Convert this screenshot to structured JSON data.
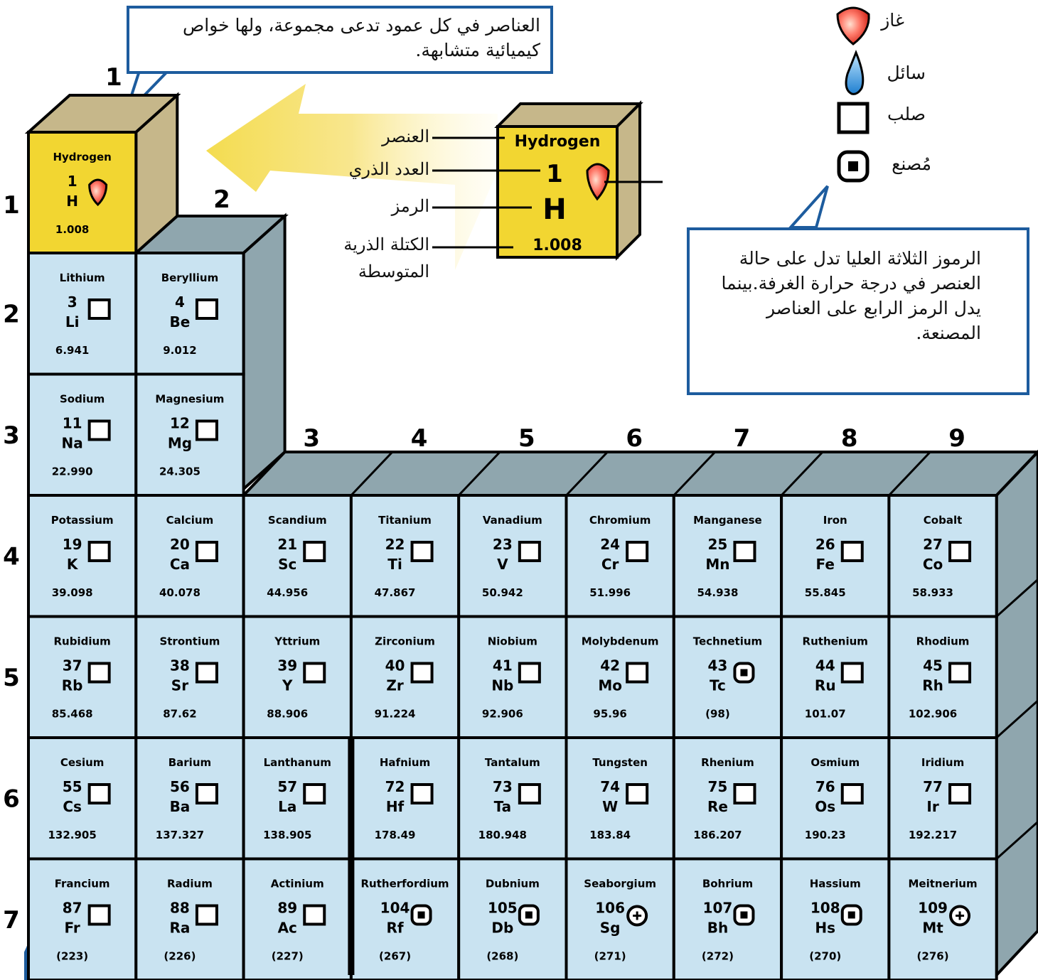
{
  "top_callout": "العناصر في كل عمود تدعى مجموعة، ولها خواص كيميائية متشابهة.",
  "key": {
    "element_label": "العنصر",
    "atomic_number_label": "العدد الذري",
    "symbol_label": "الرمز",
    "mass_label_line1": "الكتلة الذرية",
    "mass_label_line2": "المتوسطة",
    "element_name": "Hydrogen",
    "atomic_number": "1",
    "symbol": "H",
    "mass": "1.008"
  },
  "legend": {
    "gas": "غاز",
    "liquid": "سائل",
    "solid": "صلب",
    "synthetic": "مُصنع"
  },
  "right_callout": "الرموز الثلاثة العليا تدل على حالة العنصر في درجة حرارة الغرفة.بينما يدل الرمز الرابع على العناصر المصنعة.",
  "colors": {
    "hydrogen": "#f2d631",
    "cell": "#c9e3f1",
    "side": "#8fa6ae",
    "topface": "#c6b78a",
    "frame": "#1d5c9e"
  },
  "group_numbers": [
    "1",
    "2",
    "3",
    "4",
    "5",
    "6",
    "7",
    "8",
    "9"
  ],
  "period_numbers": [
    "1",
    "2",
    "3",
    "4",
    "5",
    "6",
    "7"
  ],
  "hydrogen_cell": {
    "name": "Hydrogen",
    "num": "1",
    "sym": "H",
    "mass": "1.008",
    "state": "gas"
  },
  "rows": [
    [
      {
        "name": "Lithium",
        "num": "3",
        "sym": "Li",
        "mass": "6.941",
        "state": "solid"
      },
      {
        "name": "Beryllium",
        "num": "4",
        "sym": "Be",
        "mass": "9.012",
        "state": "solid"
      }
    ],
    [
      {
        "name": "Sodium",
        "num": "11",
        "sym": "Na",
        "mass": "22.990",
        "state": "solid"
      },
      {
        "name": "Magnesium",
        "num": "12",
        "sym": "Mg",
        "mass": "24.305",
        "state": "solid"
      }
    ],
    [
      {
        "name": "Potassium",
        "num": "19",
        "sym": "K",
        "mass": "39.098",
        "state": "solid"
      },
      {
        "name": "Calcium",
        "num": "20",
        "sym": "Ca",
        "mass": "40.078",
        "state": "solid"
      },
      {
        "name": "Scandium",
        "num": "21",
        "sym": "Sc",
        "mass": "44.956",
        "state": "solid"
      },
      {
        "name": "Titanium",
        "num": "22",
        "sym": "Ti",
        "mass": "47.867",
        "state": "solid"
      },
      {
        "name": "Vanadium",
        "num": "23",
        "sym": "V",
        "mass": "50.942",
        "state": "solid"
      },
      {
        "name": "Chromium",
        "num": "24",
        "sym": "Cr",
        "mass": "51.996",
        "state": "solid"
      },
      {
        "name": "Manganese",
        "num": "25",
        "sym": "Mn",
        "mass": "54.938",
        "state": "solid"
      },
      {
        "name": "Iron",
        "num": "26",
        "sym": "Fe",
        "mass": "55.845",
        "state": "solid"
      },
      {
        "name": "Cobalt",
        "num": "27",
        "sym": "Co",
        "mass": "58.933",
        "state": "solid"
      }
    ],
    [
      {
        "name": "Rubidium",
        "num": "37",
        "sym": "Rb",
        "mass": "85.468",
        "state": "solid"
      },
      {
        "name": "Strontium",
        "num": "38",
        "sym": "Sr",
        "mass": "87.62",
        "state": "solid"
      },
      {
        "name": "Yttrium",
        "num": "39",
        "sym": "Y",
        "mass": "88.906",
        "state": "solid"
      },
      {
        "name": "Zirconium",
        "num": "40",
        "sym": "Zr",
        "mass": "91.224",
        "state": "solid"
      },
      {
        "name": "Niobium",
        "num": "41",
        "sym": "Nb",
        "mass": "92.906",
        "state": "solid"
      },
      {
        "name": "Molybdenum",
        "num": "42",
        "sym": "Mo",
        "mass": "95.96",
        "state": "solid"
      },
      {
        "name": "Technetium",
        "num": "43",
        "sym": "Tc",
        "mass": "(98)",
        "state": "synthetic"
      },
      {
        "name": "Ruthenium",
        "num": "44",
        "sym": "Ru",
        "mass": "101.07",
        "state": "solid"
      },
      {
        "name": "Rhodium",
        "num": "45",
        "sym": "Rh",
        "mass": "102.906",
        "state": "solid"
      }
    ],
    [
      {
        "name": "Cesium",
        "num": "55",
        "sym": "Cs",
        "mass": "132.905",
        "state": "solid"
      },
      {
        "name": "Barium",
        "num": "56",
        "sym": "Ba",
        "mass": "137.327",
        "state": "solid"
      },
      {
        "name": "Lanthanum",
        "num": "57",
        "sym": "La",
        "mass": "138.905",
        "state": "solid"
      },
      {
        "name": "Hafnium",
        "num": "72",
        "sym": "Hf",
        "mass": "178.49",
        "state": "solid"
      },
      {
        "name": "Tantalum",
        "num": "73",
        "sym": "Ta",
        "mass": "180.948",
        "state": "solid"
      },
      {
        "name": "Tungsten",
        "num": "74",
        "sym": "W",
        "mass": "183.84",
        "state": "solid"
      },
      {
        "name": "Rhenium",
        "num": "75",
        "sym": "Re",
        "mass": "186.207",
        "state": "solid"
      },
      {
        "name": "Osmium",
        "num": "76",
        "sym": "Os",
        "mass": "190.23",
        "state": "solid"
      },
      {
        "name": "Iridium",
        "num": "77",
        "sym": "Ir",
        "mass": "192.217",
        "state": "solid"
      }
    ],
    [
      {
        "name": "Francium",
        "num": "87",
        "sym": "Fr",
        "mass": "(223)",
        "state": "solid"
      },
      {
        "name": "Radium",
        "num": "88",
        "sym": "Ra",
        "mass": "(226)",
        "state": "solid"
      },
      {
        "name": "Actinium",
        "num": "89",
        "sym": "Ac",
        "mass": "(227)",
        "state": "solid"
      },
      {
        "name": "Rutherfordium",
        "num": "104",
        "sym": "Rf",
        "mass": "(267)",
        "state": "synthetic"
      },
      {
        "name": "Dubnium",
        "num": "105",
        "sym": "Db",
        "mass": "(268)",
        "state": "synthetic"
      },
      {
        "name": "Seaborgium",
        "num": "106",
        "sym": "Sg",
        "mass": "(271)",
        "state": "unknown"
      },
      {
        "name": "Bohrium",
        "num": "107",
        "sym": "Bh",
        "mass": "(272)",
        "state": "synthetic"
      },
      {
        "name": "Hassium",
        "num": "108",
        "sym": "Hs",
        "mass": "(270)",
        "state": "synthetic"
      },
      {
        "name": "Meitnerium",
        "num": "109",
        "sym": "Mt",
        "mass": "(276)",
        "state": "unknown"
      }
    ]
  ]
}
